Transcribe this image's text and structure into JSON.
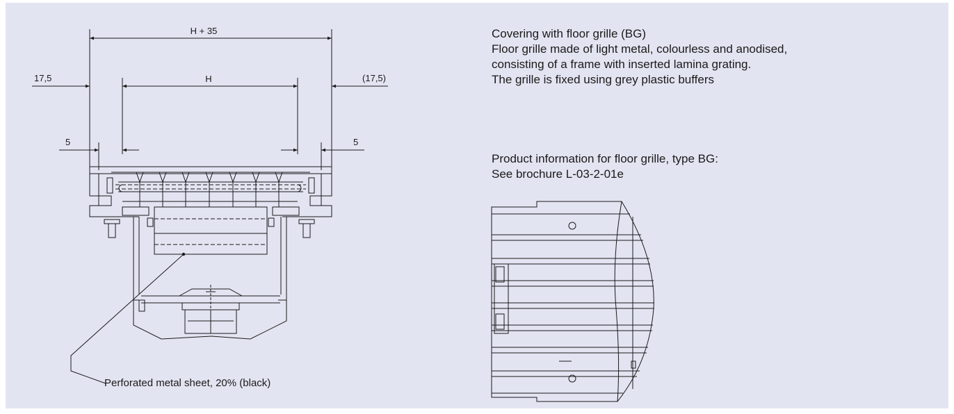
{
  "dimensions": {
    "overall_width": "H + 35",
    "inner_width": "H",
    "left_offset": "17,5",
    "right_offset": "(17,5)",
    "left_gap": "5",
    "right_gap": "5"
  },
  "callout": {
    "label": "Perforated metal sheet, 20% (black)"
  },
  "description": {
    "title": "Covering with floor grille (BG)",
    "lines": [
      "Floor grille made of light metal, colourless and anodised,",
      "consisting of a frame with inserted lamina grating.",
      "The grille is fixed using grey plastic buffers"
    ],
    "info_lines": [
      "Product information for floor grille, type BG:",
      "See brochure L-03-2-01e"
    ]
  },
  "colors": {
    "background": "#e3e4f1",
    "line": "#1a1a1a"
  }
}
